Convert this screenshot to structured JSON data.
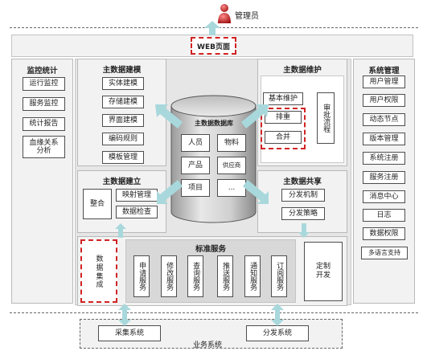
{
  "top_user": {
    "label": "管理员",
    "icon": "user-icon"
  },
  "web": {
    "label": "WEB页面"
  },
  "monitor": {
    "title": "监控统计",
    "items": [
      "运行监控",
      "服务监控",
      "统计报告",
      "血缘关系分析"
    ]
  },
  "modeling": {
    "title": "主数据建模",
    "items": [
      "实体建模",
      "存储建模",
      "界面建模",
      "编码规则",
      "模板管理"
    ]
  },
  "database": {
    "title": "主数据数据库",
    "cells": [
      "人员",
      "物料",
      "产品",
      "供应商",
      "项目",
      "..."
    ]
  },
  "maintenance": {
    "title": "主数据维护",
    "items": [
      "基本维护",
      "排重",
      "合并"
    ],
    "approval": "审批流程"
  },
  "system": {
    "title": "系统管理",
    "items": [
      "用户管理",
      "用户权限",
      "动态节点",
      "版本管理",
      "系统注册",
      "服务注册",
      "消息中心",
      "日志",
      "数据权限",
      "多语言支持"
    ]
  },
  "establish": {
    "title": "主数据建立",
    "merge": "整合",
    "items": [
      "映射管理",
      "数据检查"
    ]
  },
  "share": {
    "title": "主数据共享",
    "items": [
      "分发机制",
      "分发策略"
    ]
  },
  "standard": {
    "title": "标准服务",
    "integration": "数据集成",
    "services": [
      "申请服务",
      "修改服务",
      "查询服务",
      "推送服务",
      "通知服务",
      "订阅服务"
    ],
    "custom": "定制开发"
  },
  "business": {
    "label": "业务系统",
    "collect": "采集系统",
    "distribute": "分发系统"
  },
  "colors": {
    "arrow": "#a8d8dc",
    "highlight": "#d22323",
    "panel": "#f2f2f2"
  }
}
